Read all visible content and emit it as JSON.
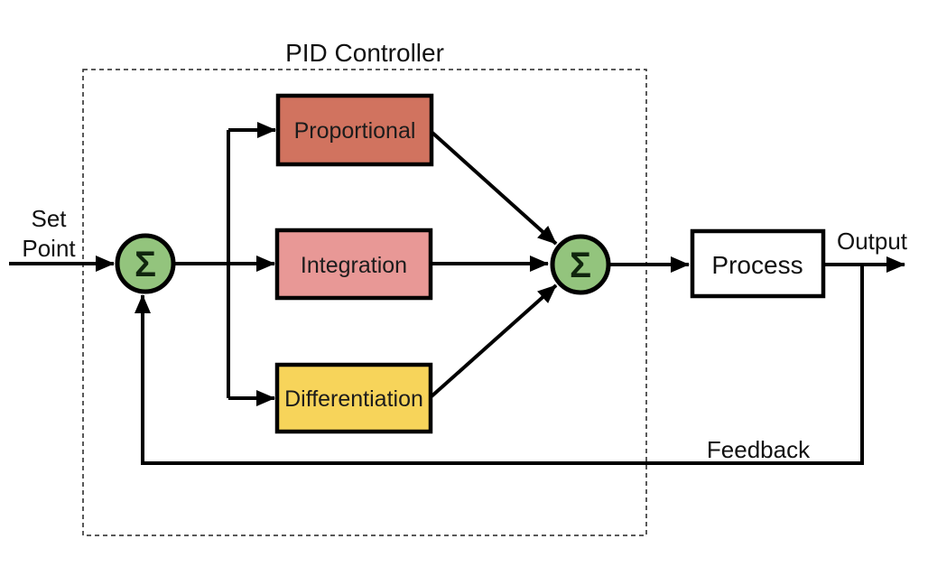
{
  "diagram": {
    "title": "PID Controller",
    "setpoint": {
      "line1": "Set",
      "line2": "Point"
    },
    "output_label": "Output",
    "feedback_label": "Feedback",
    "sum_symbol": "Σ",
    "blocks": {
      "proportional": {
        "label": "Proportional",
        "fill": "#d1735f"
      },
      "integration": {
        "label": "Integration",
        "fill": "#e89896"
      },
      "differentiation": {
        "label": "Differentiation",
        "fill": "#f7d45a"
      },
      "process": {
        "label": "Process",
        "fill": "#ffffff"
      }
    },
    "colors": {
      "sum_junction_fill": "#93c47d",
      "line_stroke": "#000000"
    }
  }
}
